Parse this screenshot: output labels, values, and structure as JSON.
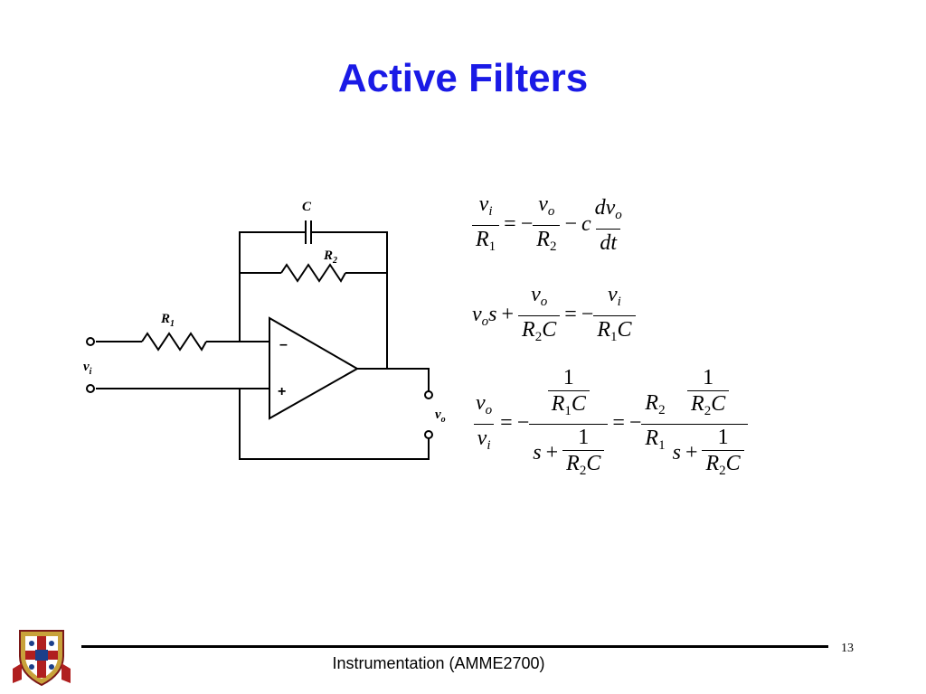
{
  "slide": {
    "title": "Active Filters",
    "number": "13"
  },
  "footer": {
    "course": "Instrumentation (AMME2700)"
  },
  "circuit": {
    "capacitor_label": "C",
    "r2_label": "R",
    "r2_sub": "2",
    "r1_label": "R",
    "r1_sub": "1",
    "vi_label": "v",
    "vi_sub": "i",
    "vo_label": "v",
    "vo_sub": "o",
    "minus": "–",
    "plus": "+"
  },
  "equations": {
    "sym_v": "v",
    "sym_R": "R",
    "sym_C": "C",
    "sym_c": "c",
    "sym_s": "s",
    "sym_dv": "dv",
    "sym_dt": "dt",
    "sub_i": "i",
    "sub_o": "o",
    "sub_1": "1",
    "sub_2": "2",
    "one": "1",
    "equals": "=",
    "minus": "−",
    "plus": "+"
  }
}
